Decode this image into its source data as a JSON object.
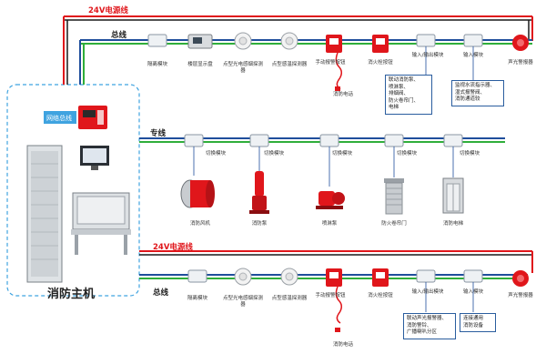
{
  "top": {
    "power_label": "24V电源线",
    "bus_label": "总线",
    "devices": [
      "隔离模块",
      "楼层显示盘",
      "点型光电感烟探测器",
      "点型感温探测器",
      "手动报警按钮",
      "消火栓按钮",
      "输入/输出模块",
      "输入模块",
      "声光警报器"
    ],
    "phone_label": "消防电话",
    "note_io": [
      "联动消防泵、",
      "喷淋泵、",
      "排烟阀、",
      "防火卷帘门、",
      "电梯"
    ],
    "note_input": [
      "监视水流指示器、",
      "湿式报警阀、",
      "消防通道较"
    ]
  },
  "middle": {
    "line_label": "专线",
    "module_label": "切换模块",
    "equipment": [
      "消防风机",
      "消防泵",
      "喷淋泵",
      "防火卷帘门",
      "消防电梯"
    ]
  },
  "bottom": {
    "power_label": "24V电源线",
    "bus_label": "总线",
    "devices": [
      "隔离模块",
      "点型光电感烟探测器",
      "点型感温探测器",
      "手动报警按钮",
      "消火栓按钮",
      "输入/输出模块",
      "输入模块",
      "声光警报器"
    ],
    "phone_label": "消防电话",
    "note_io": [
      "联动声光报警器、",
      "消防警铃、",
      "广播喇叭分区"
    ],
    "note_input": [
      "连接通用",
      "消防设备"
    ]
  },
  "host": {
    "network_bus": "网络总线",
    "title": "消防主机"
  },
  "colors": {
    "power": "#e0161b",
    "bus_blue": "#1f4e9c",
    "bus_green": "#2fae3a",
    "dashed_box": "#3fa3e0"
  }
}
